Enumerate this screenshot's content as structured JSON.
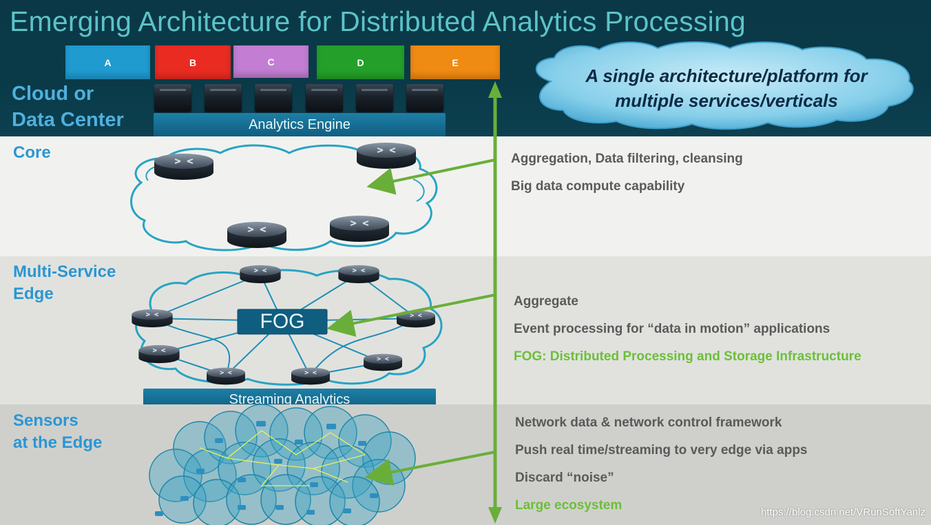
{
  "title": "Emerging Architecture for Distributed Analytics Processing",
  "services": [
    {
      "label": "A",
      "color": "#1f9bd0"
    },
    {
      "label": "B",
      "color": "#ea2b22"
    },
    {
      "label": "C",
      "color": "#c37ed3"
    },
    {
      "label": "D",
      "color": "#24a02a"
    },
    {
      "label": "E",
      "color": "#ef8a12"
    }
  ],
  "cloud_layer": {
    "label_line1": "Cloud or",
    "label_line2": "Data Center",
    "engine_label": "Analytics Engine"
  },
  "callout": {
    "line1": "A single architecture/platform for",
    "line2": "multiple services/verticals"
  },
  "core": {
    "label": "Core",
    "descriptions": [
      "Aggregation, Data filtering, cleansing",
      "Big data compute capability"
    ]
  },
  "edge": {
    "label_line1": "Multi-Service",
    "label_line2": "Edge",
    "fog_label": "FOG",
    "streaming_label": "Streaming Analytics",
    "descriptions": [
      "Aggregate",
      "Event processing for “data in motion” applications",
      "FOG: Distributed Processing and Storage Infrastructure"
    ]
  },
  "sensors": {
    "label_line1": "Sensors",
    "label_line2": "at the Edge",
    "descriptions": [
      "Network data & network control framework",
      "Push real time/streaming to very edge via apps",
      "Discard “noise”",
      "Large ecosystem"
    ]
  },
  "watermark": "https://blog.csdn.net/VRunSoftYanlz",
  "colors": {
    "arrow": "#6aae3a",
    "cloud_outline": "#28a3c4",
    "highlight_text": "#6cbf3a"
  },
  "icons": [
    "server-icon",
    "router-icon",
    "sensor-icon",
    "cloud-icon"
  ]
}
